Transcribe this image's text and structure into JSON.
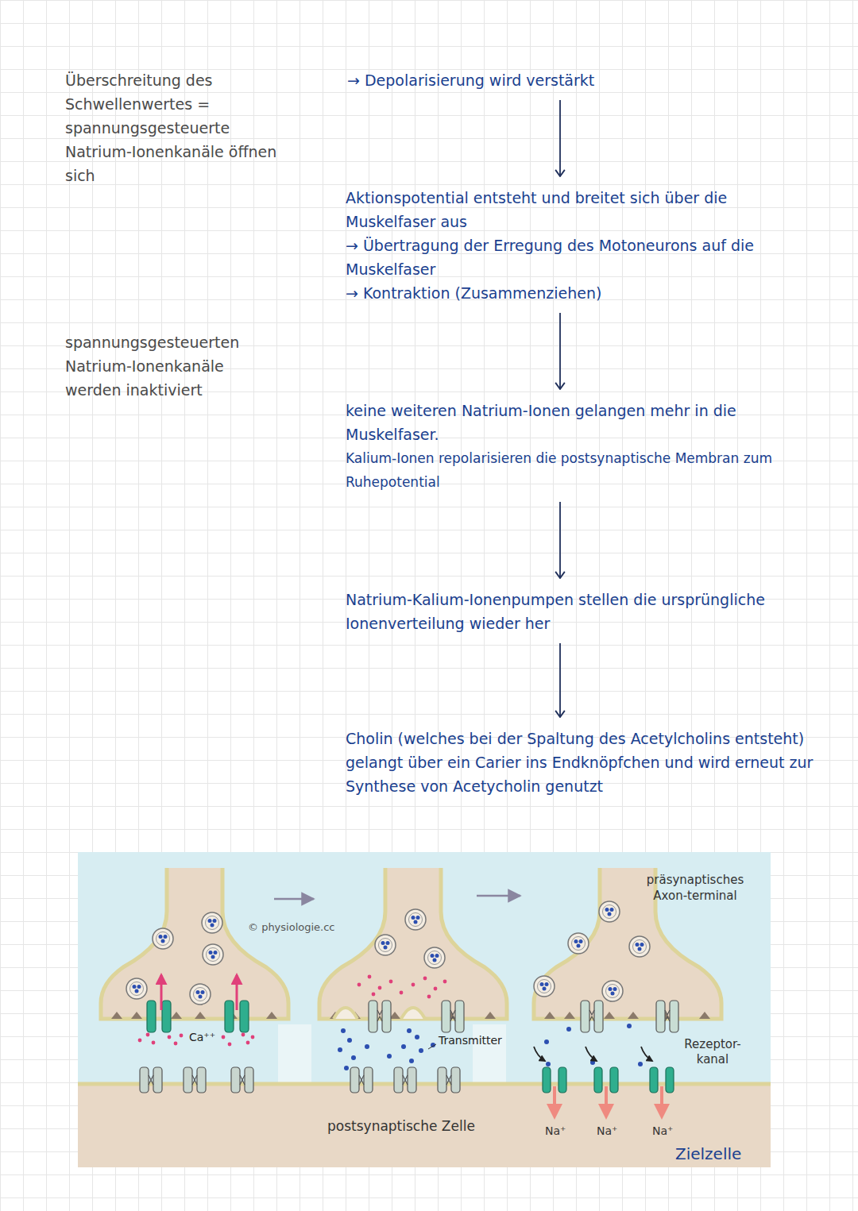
{
  "diagram": {
    "nodes": [
      {
        "text": [
          "→ Depolarisierung wird verstärkt"
        ]
      },
      {
        "text": [
          "Aktionspotential entsteht und breitet sich über die Muskelfaser aus",
          "→ Übertragung der Erregung des Motoneurons auf die Muskelfaser",
          "→ Kontraktion (Zusammenziehen)"
        ]
      },
      {
        "text": [
          "keine weiteren Natrium-Ionen gelangen mehr in die Muskelfaser.",
          "Kalium-Ionen repolarisieren die postsynaptische Membran zum Ruhepotential"
        ]
      },
      {
        "text": [
          "Natrium-Kalium-Ionenpumpen stellen die ursprüngliche Ionenverteilung wieder her"
        ]
      },
      {
        "text": [
          "Cholin (welches bei der Spaltung des Acetylcholins entsteht) gelangt über ein Carier ins Endknöpfchen und wird erneut zur Synthese von Acetycholin genutzt"
        ]
      }
    ],
    "edges": [
      {
        "from": 0,
        "to": 1,
        "arrow": "to"
      },
      {
        "from": 1,
        "to": 2,
        "arrow": "to"
      },
      {
        "from": 2,
        "to": 3,
        "arrow": "to"
      },
      {
        "from": 3,
        "to": 4,
        "arrow": "to"
      }
    ],
    "labels": [
      "Überschreitung des Schwellenwertes = spannungsgesteuerte Natrium-Ionenkanäle öffnen sich",
      "spannungsgesteuerten Natrium-Ionenkanäle werden inaktiviert",
      "© physiologie.cc",
      "Ca⁺⁺",
      "Transmitter",
      "präsynaptisches Axon-terminal",
      "Rezeptor-kanal",
      "postsynaptische Zelle",
      "Na⁺",
      "Na⁺",
      "Na⁺",
      "Zielzelle"
    ]
  }
}
